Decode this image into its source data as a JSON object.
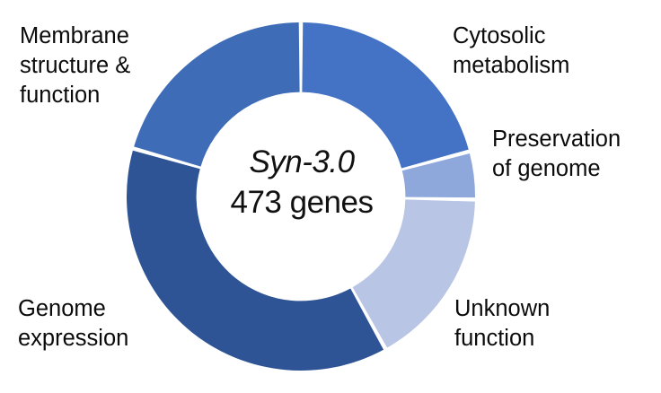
{
  "figure": {
    "background_color": "#ffffff",
    "center_label_line1": "Syn-3.0",
    "center_label_line2": "473 genes"
  },
  "labels": {
    "membrane": "Membrane\nstructure &\nfunction",
    "cytosolic": "Cytosolic\nmetabolism",
    "preservation": "Preservation\nof genome",
    "unknown": "Unknown\nfunction",
    "genome": "Genome\nexpression"
  },
  "chart_data": {
    "type": "pie",
    "variant": "donut",
    "title": "Syn-3.0 473 genes",
    "subtitle": "",
    "xlabel": "",
    "ylabel": "",
    "total_label": "473 genes",
    "total": 473,
    "units": "genes",
    "labels_position": "outside",
    "legend": "none",
    "grid": false,
    "start_angle_deg": 0,
    "direction": "clockwise",
    "inner_radius_ratio": 0.6,
    "categories": [
      "Cytosolic metabolism",
      "Preservation of genome",
      "Unknown function",
      "Genome expression",
      "Membrane structure & function"
    ],
    "values": [
      98,
      21,
      79,
      177,
      98
    ],
    "percentages": [
      20.8,
      4.4,
      16.7,
      37.5,
      20.8
    ],
    "angles_deg": [
      75,
      16,
      60,
      135,
      74
    ],
    "colors": [
      "#4472C4",
      "#8FA8DB",
      "#B9C5E4",
      "#2E5496",
      "#3F6CB6"
    ],
    "slices": [
      {
        "name": "Cytosolic metabolism",
        "value": 98,
        "percent": 20.8,
        "color": "#4472C4",
        "start_deg": 0,
        "end_deg": 75
      },
      {
        "name": "Preservation of genome",
        "value": 21,
        "percent": 4.4,
        "color": "#8FA8DB",
        "start_deg": 75,
        "end_deg": 91
      },
      {
        "name": "Unknown function",
        "value": 79,
        "percent": 16.7,
        "color": "#B9C5E4",
        "start_deg": 91,
        "end_deg": 151
      },
      {
        "name": "Genome expression",
        "value": 177,
        "percent": 37.5,
        "color": "#2E5496",
        "start_deg": 151,
        "end_deg": 286
      },
      {
        "name": "Membrane structure & function",
        "value": 98,
        "percent": 20.8,
        "color": "#3F6CB6",
        "start_deg": 286,
        "end_deg": 360
      }
    ]
  }
}
